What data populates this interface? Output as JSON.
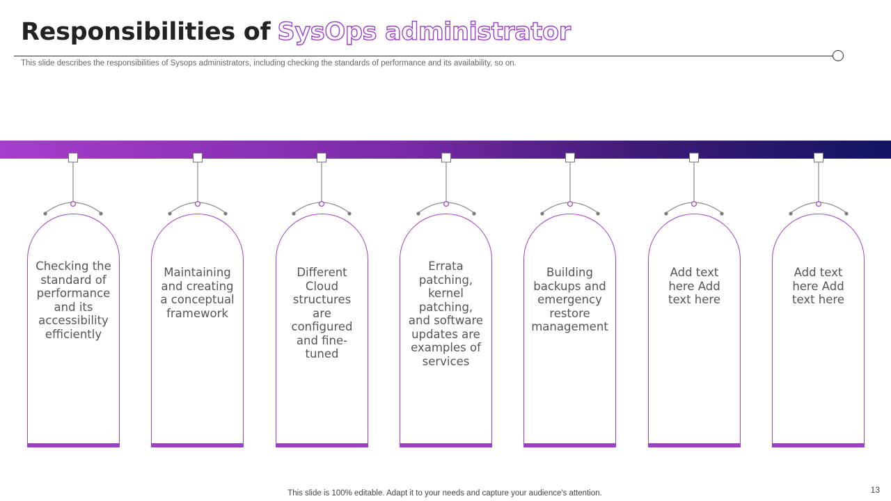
{
  "title": {
    "dark": "Responsibilities of",
    "outline": "SysOps administrator"
  },
  "subtitle": "This slide describes the responsibilities of Sysops administrators, including checking the standards of performance and its availability, so on.",
  "cards": [
    {
      "text": "Checking the standard of performance and its accessibility efficiently"
    },
    {
      "text": "Maintaining and creating a conceptual framework"
    },
    {
      "text": "Different Cloud structures are configured and fine-tuned"
    },
    {
      "text": "Errata patching, kernel patching, and software updates are examples of services"
    },
    {
      "text": "Building backups and emergency restore management"
    },
    {
      "text": "Add text here Add text here"
    },
    {
      "text": "Add text here Add text here"
    }
  ],
  "footer": "This slide is 100% editable. Adapt it to your needs and capture your audience's attention.",
  "page_number": "13",
  "colors": {
    "accent": "#a33ec9",
    "band_start": "#a63dcc",
    "band_end": "#121466"
  }
}
